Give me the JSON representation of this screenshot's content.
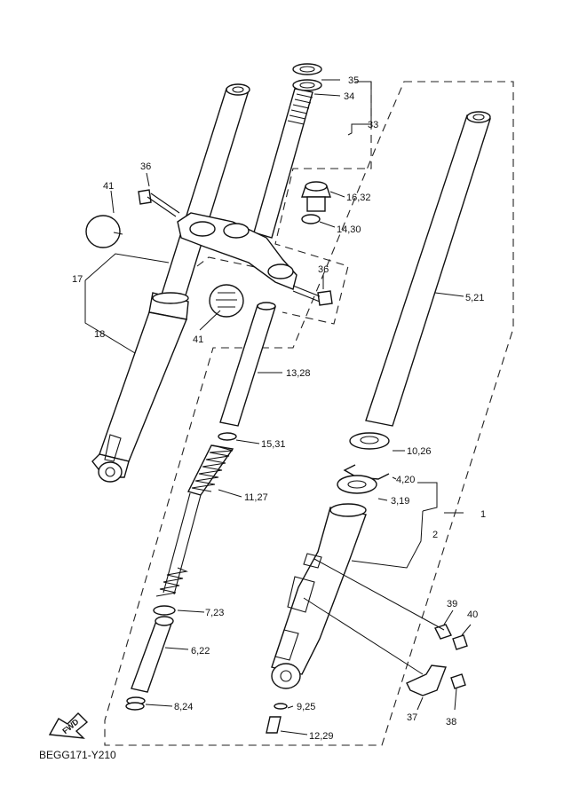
{
  "diagram_code": "BEGG171-Y210",
  "fwd_label": "FWD",
  "callouts": {
    "c1": "1",
    "c2": "2",
    "c3_19": "3,19",
    "c4_20": "4,20",
    "c5_21": "5,21",
    "c6_22": "6,22",
    "c7_23": "7,23",
    "c8_24": "8,24",
    "c9_25": "9,25",
    "c10_26": "10,26",
    "c11_27": "11,27",
    "c12_29": "12,29",
    "c13_28": "13,28",
    "c14_30": "14,30",
    "c15_31": "15,31",
    "c16_32": "16,32",
    "c17": "17",
    "c18": "18",
    "c33": "33",
    "c34": "34",
    "c35": "35",
    "c36a": "36",
    "c36b": "36",
    "c37": "37",
    "c38": "38",
    "c39": "39",
    "c40": "40",
    "c41a": "41",
    "c41b": "41"
  }
}
